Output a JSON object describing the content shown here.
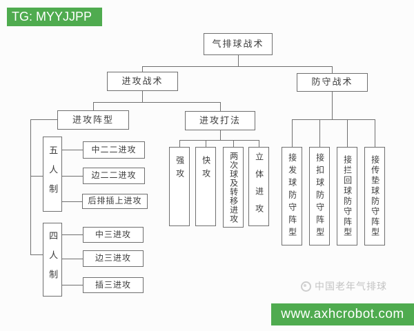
{
  "overlays": {
    "tg_banner": "TG: MYYJJPP",
    "url_banner": "www.axhcrobot.com",
    "banner_color": "#4fab4f",
    "watermark_text": "中国老年气排球",
    "logo_icon": "round-mascot-icon"
  },
  "tree": {
    "root": "气排球战术",
    "attack": "进攻战术",
    "defense": "防守战术",
    "formation": "进攻阵型",
    "methods": "进攻打法",
    "five_person": "五人制",
    "five_items": [
      "中二二进攻",
      "边二二进攻",
      "后排插上进攻"
    ],
    "four_person": "四人制",
    "four_items": [
      "中三进攻",
      "边三进攻",
      "插三进攻"
    ],
    "method_items": [
      "强攻",
      "快攻",
      "两次球及转移进攻",
      "立体进攻"
    ],
    "defense_items": [
      "接发球防守阵型",
      "接扣球防守阵型",
      "接拦回球防守阵型",
      "接传垫球防守阵型"
    ]
  }
}
